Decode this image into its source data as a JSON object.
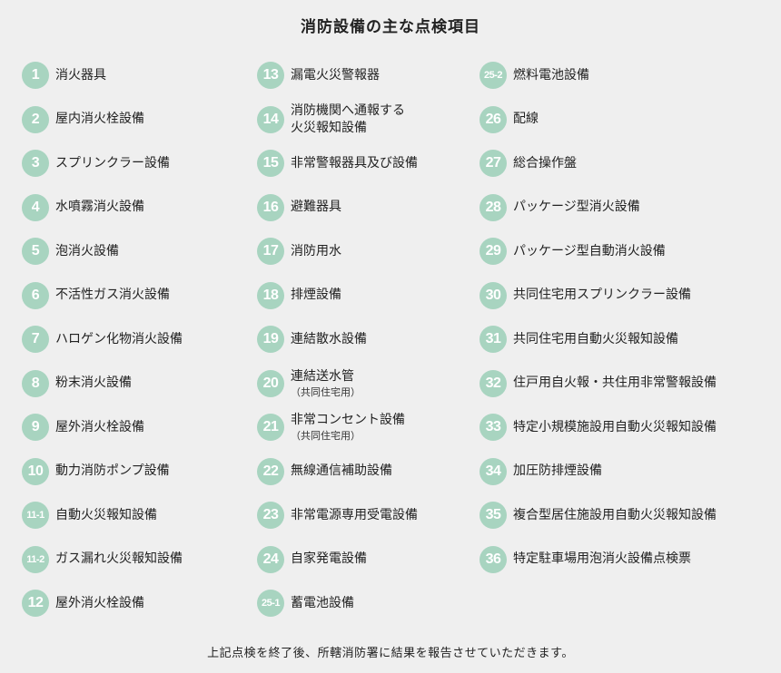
{
  "title": "消防設備の主な点検項目",
  "footer": "上記点検を終了後、所轄消防署に結果を報告させていただきます。",
  "badge_color": "#a8d4c0",
  "columns": [
    [
      {
        "num": "1",
        "label": "消火器具"
      },
      {
        "num": "2",
        "label": "屋内消火栓設備"
      },
      {
        "num": "3",
        "label": "スプリンクラー設備"
      },
      {
        "num": "4",
        "label": "水噴霧消火設備"
      },
      {
        "num": "5",
        "label": "泡消火設備"
      },
      {
        "num": "6",
        "label": "不活性ガス消火設備"
      },
      {
        "num": "7",
        "label": "ハロゲン化物消火設備"
      },
      {
        "num": "8",
        "label": "粉末消火設備"
      },
      {
        "num": "9",
        "label": "屋外消火栓設備"
      },
      {
        "num": "10",
        "label": "動力消防ポンプ設備"
      },
      {
        "num": "11-1",
        "label": "自動火災報知設備"
      },
      {
        "num": "11-2",
        "label": "ガス漏れ火災報知設備"
      },
      {
        "num": "12",
        "label": "屋外消火栓設備"
      }
    ],
    [
      {
        "num": "13",
        "label": "漏電火災警報器"
      },
      {
        "num": "14",
        "label": "消防機関へ通報する",
        "label2": "火災報知設備"
      },
      {
        "num": "15",
        "label": "非常警報器具及び設備"
      },
      {
        "num": "16",
        "label": "避難器具"
      },
      {
        "num": "17",
        "label": "消防用水"
      },
      {
        "num": "18",
        "label": "排煙設備"
      },
      {
        "num": "19",
        "label": "連結散水設備"
      },
      {
        "num": "20",
        "label": "連結送水管",
        "sub": "（共同住宅用）"
      },
      {
        "num": "21",
        "label": "非常コンセント設備",
        "sub": "（共同住宅用）"
      },
      {
        "num": "22",
        "label": "無線通信補助設備"
      },
      {
        "num": "23",
        "label": "非常電源専用受電設備"
      },
      {
        "num": "24",
        "label": "自家発電設備"
      },
      {
        "num": "25-1",
        "label": "蓄電池設備"
      }
    ],
    [
      {
        "num": "25-2",
        "label": "燃料電池設備"
      },
      {
        "num": "26",
        "label": "配線"
      },
      {
        "num": "27",
        "label": "総合操作盤"
      },
      {
        "num": "28",
        "label": "パッケージ型消火設備"
      },
      {
        "num": "29",
        "label": "パッケージ型自動消火設備"
      },
      {
        "num": "30",
        "label": "共同住宅用スプリンクラー設備"
      },
      {
        "num": "31",
        "label": "共同住宅用自動火災報知設備"
      },
      {
        "num": "32",
        "label": "住戸用自火報・共住用非常警報設備"
      },
      {
        "num": "33",
        "label": "特定小規模施設用自動火災報知設備"
      },
      {
        "num": "34",
        "label": "加圧防排煙設備"
      },
      {
        "num": "35",
        "label": "複合型居住施設用自動火災報知設備"
      },
      {
        "num": "36",
        "label": "特定駐車場用泡消火設備点検票"
      }
    ]
  ]
}
